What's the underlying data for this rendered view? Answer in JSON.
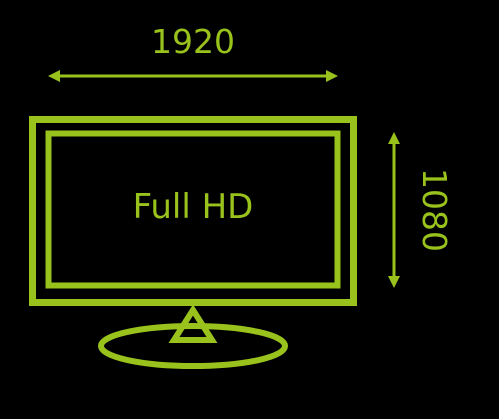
{
  "resolution": {
    "width_label": "1920",
    "height_label": "1080",
    "screen_label": "Full HD"
  },
  "colors": {
    "line": "#99C21C",
    "background": "#000000"
  },
  "icons": {
    "monitor": "monitor-icon",
    "horizontal_arrow": "double-arrow-horizontal-icon",
    "vertical_arrow": "double-arrow-vertical-icon"
  }
}
